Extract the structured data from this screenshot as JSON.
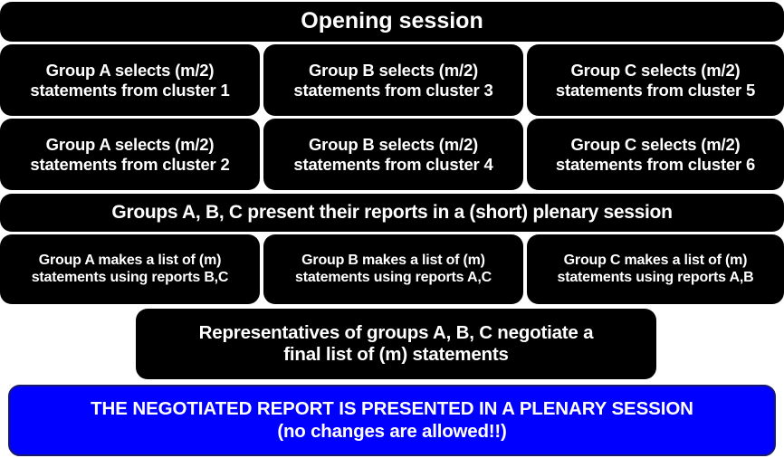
{
  "diagram": {
    "title": "Opening session",
    "colors": {
      "box_fill": "#000000",
      "box_text": "#FFFFFF",
      "final_fill": "#0000FF",
      "final_border": "#191970",
      "background": "#FFFFFF"
    },
    "header": {
      "label": "Opening session"
    },
    "select_rows": [
      {
        "row_id": "select-row-1",
        "boxes": [
          {
            "line1": "Group A selects (m/2)",
            "line2": "statements from cluster 1"
          },
          {
            "line1": "Group B selects (m/2)",
            "line2": "statements from cluster 3"
          },
          {
            "line1": "Group C selects (m/2)",
            "line2": "statements from cluster 5"
          }
        ]
      },
      {
        "row_id": "select-row-2",
        "boxes": [
          {
            "line1": "Group A selects (m/2)",
            "line2": "statements from cluster 2"
          },
          {
            "line1": "Group B selects (m/2)",
            "line2": "statements from cluster 4"
          },
          {
            "line1": "Group C selects (m/2)",
            "line2": "statements from cluster 6"
          }
        ]
      }
    ],
    "plenary": {
      "label": "Groups A, B, C present their reports in a (short) plenary session"
    },
    "report_row": {
      "row_id": "report-row",
      "boxes": [
        {
          "line1": "Group A makes a list of (m)",
          "line2": "statements using reports B,C"
        },
        {
          "line1": "Group B makes a list of (m)",
          "line2": "statements using reports A,C"
        },
        {
          "line1": "Group C makes a list of (m)",
          "line2": "statements using reports A,B"
        }
      ]
    },
    "negotiate": {
      "line1": "Representatives of groups A, B, C negotiate a",
      "line2": "final list of (m) statements"
    },
    "final": {
      "line1": "THE NEGOTIATED REPORT IS PRESENTED IN A PLENARY SESSION",
      "line2": "(no changes are allowed!!)"
    }
  }
}
